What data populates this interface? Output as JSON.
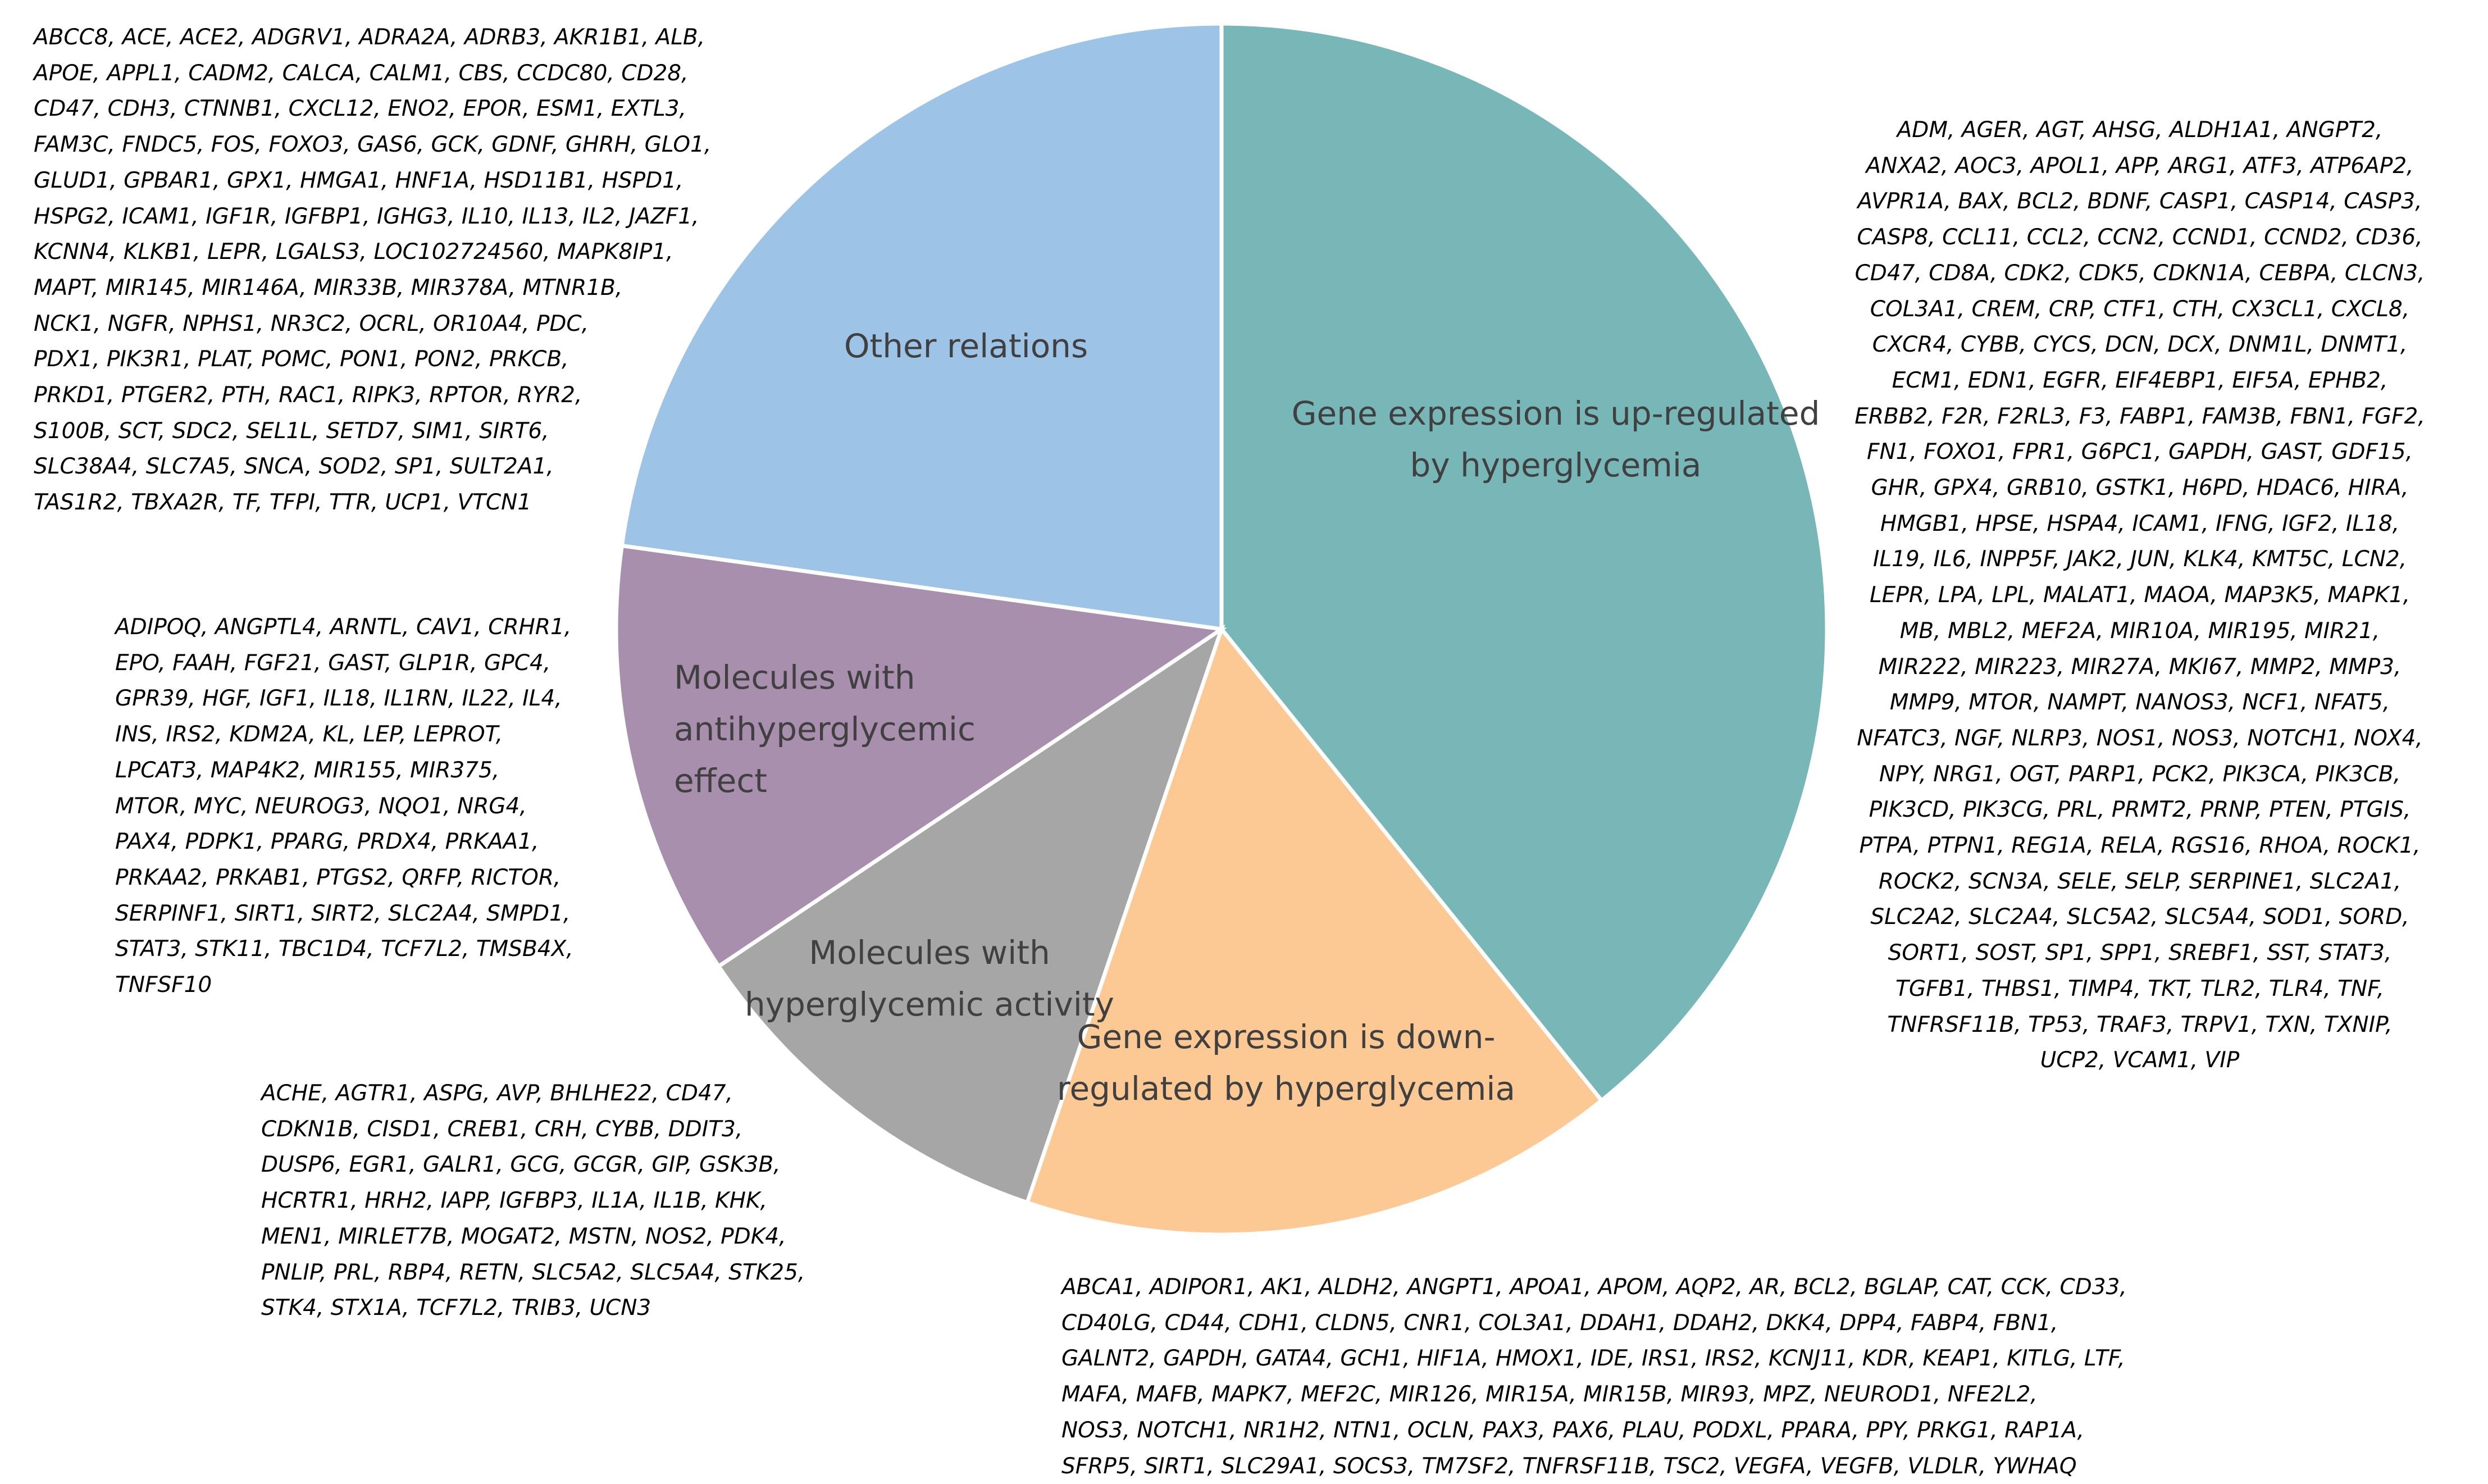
{
  "chart_data": {
    "type": "pie",
    "title": "",
    "slices": [
      {
        "label": "Gene expression is\nup-regulated by\nhyperglycemia",
        "value": 39.2,
        "color": "#78b7b8",
        "genes": "ADM, AGER, AGT, AHSG, ALDH1A1, ANGPT2,\nANXA2, AOC3, APOL1, APP, ARG1, ATF3, ATP6AP2,\nAVPR1A, BAX, BCL2, BDNF, CASP1, CASP14, CASP3,\nCASP8, CCL11, CCL2, CCN2, CCND1, CCND2, CD36,\nCD47, CD8A, CDK2, CDK5, CDKN1A, CEBPA, CLCN3,\nCOL3A1, CREM, CRP, CTF1, CTH, CX3CL1, CXCL8,\nCXCR4, CYBB, CYCS, DCN, DCX, DNM1L, DNMT1,\nECM1, EDN1, EGFR, EIF4EBP1, EIF5A, EPHB2,\nERBB2, F2R, F2RL3, F3, FABP1, FAM3B, FBN1, FGF2,\nFN1, FOXO1, FPR1, G6PC1, GAPDH, GAST, GDF15,\nGHR, GPX4, GRB10, GSTK1, H6PD, HDAC6, HIRA,\nHMGB1, HPSE, HSPA4, ICAM1, IFNG, IGF2, IL18,\nIL19, IL6, INPP5F, JAK2, JUN, KLK4, KMT5C, LCN2,\nLEPR, LPA, LPL, MALAT1, MAOA, MAP3K5, MAPK1,\nMB, MBL2, MEF2A, MIR10A, MIR195, MIR21,\nMIR222, MIR223, MIR27A, MKI67, MMP2, MMP3,\nMMP9, MTOR, NAMPT, NANOS3, NCF1, NFAT5,\nNFATC3, NGF, NLRP3, NOS1, NOS3, NOTCH1, NOX4,\nNPY, NRG1, OGT, PARP1, PCK2, PIK3CA, PIK3CB,\nPIK3CD, PIK3CG, PRL, PRMT2, PRNP, PTEN, PTGIS,\nPTPA, PTPN1, REG1A, RELA, RGS16, RHOA, ROCK1,\nROCK2, SCN3A, SELE, SELP, SERPINE1, SLC2A1,\nSLC2A2, SLC2A4, SLC5A2, SLC5A4, SOD1, SORD,\nSORT1, SOST, SP1, SPP1, SREBF1, SST, STAT3,\nTGFB1, THBS1, TIMP4, TKT, TLR2, TLR4, TNF,\nTNFRSF11B, TP53, TRAF3, TRPV1, TXN, TXNIP,\nUCP2, VCAM1, VIP"
      },
      {
        "label": "Gene expression is\ndown-regulated by\nhyperglycemia",
        "value": 16.0,
        "color": "#fcc994",
        "genes": "ABCA1, ADIPOR1, AK1, ALDH2, ANGPT1, APOA1, APOM, AQP2, AR, BCL2, BGLAP, CAT, CCK, CD33,\nCD40LG, CD44, CDH1, CLDN5, CNR1, COL3A1, DDAH1, DDAH2, DKK4, DPP4, FABP4, FBN1,\nGALNT2, GAPDH, GATA4, GCH1, HIF1A, HMOX1, IDE, IRS1, IRS2, KCNJ11, KDR, KEAP1, KITLG, LTF,\nMAFA, MAFB, MAPK7, MEF2C, MIR126, MIR15A, MIR15B, MIR93, MPZ, NEUROD1, NFE2L2,\nNOS3, NOTCH1, NR1H2, NTN1, OCLN, PAX3, PAX6, PLAU, PODXL, PPARA, PPY, PRKG1, RAP1A,\nSFRP5, SIRT1, SLC29A1, SOCS3, TM7SF2, TNFRSF11B, TSC2, VEGFA, VEGFB, VLDLR, YWHAQ"
      },
      {
        "label": "Molecules with\nhyperglycemic\nactivity",
        "value": 10.4,
        "color": "#a6a6a6",
        "genes": "ACHE, AGTR1, ASPG, AVP, BHLHE22, CD47,\nCDKN1B, CISD1, CREB1, CRH, CYBB, DDIT3,\nDUSP6, EGR1, GALR1, GCG, GCGR, GIP, GSK3B,\nHCRTR1, HRH2, IAPP, IGFBP3, IL1A, IL1B, KHK,\nMEN1, MIRLET7B, MOGAT2, MSTN, NOS2, PDK4,\nPNLIP, PRL, RBP4, RETN, SLC5A2, SLC5A4, STK25,\nSTK4, STX1A, TCF7L2, TRIB3, UCN3"
      },
      {
        "label": "Molecules with\nantihyperglycemic\neffect",
        "value": 11.6,
        "color": "#a88fae",
        "genes": "ADIPOQ, ANGPTL4, ARNTL, CAV1, CRHR1,\nEPO, FAAH, FGF21, GAST, GLP1R, GPC4,\nGPR39, HGF, IGF1, IL18, IL1RN, IL22, IL4,\nINS, IRS2, KDM2A, KL, LEP, LEPROT,\nLPCAT3, MAP4K2, MIR155, MIR375,\nMTOR, MYC, NEUROG3, NQO1, NRG4,\nPAX4, PDPK1, PPARG, PRDX4, PRKAA1,\nPRKAA2, PRKAB1, PTGS2, QRFP, RICTOR,\nSERPINF1, SIRT1, SIRT2, SLC2A4, SMPD1,\nSTAT3, STK11, TBC1D4, TCF7L2, TMSB4X,\nTNFSF10"
      },
      {
        "label": "Other relations",
        "value": 22.8,
        "color": "#9dc3e6",
        "genes": "ABCC8, ACE, ACE2, ADGRV1, ADRA2A, ADRB3, AKR1B1, ALB,\nAPOE, APPL1, CADM2, CALCA, CALM1, CBS, CCDC80, CD28,\nCD47, CDH3, CTNNB1, CXCL12, ENO2, EPOR, ESM1, EXTL3,\nFAM3C, FNDC5, FOS, FOXO3, GAS6, GCK, GDNF, GHRH, GLO1,\nGLUD1, GPBAR1, GPX1, HMGA1, HNF1A, HSD11B1, HSPD1,\nHSPG2, ICAM1, IGF1R, IGFBP1, IGHG3, IL10, IL13, IL2, JAZF1,\nKCNN4, KLKB1, LEPR, LGALS3, LOC102724560, MAPK8IP1,\nMAPT, MIR145, MIR146A, MIR33B, MIR378A, MTNR1B,\nNCK1, NGFR, NPHS1, NR3C2, OCRL, OR10A4, PDC,\nPDX1, PIK3R1, PLAT, POMC, PON1, PON2, PRKCB,\nPRKD1, PTGER2, PTH, RAC1, RIPK3, RPTOR, RYR2,\nS100B, SCT, SDC2, SEL1L, SETD7, SIM1, SIRT6,\nSLC38A4, SLC7A5, SNCA, SOD2, SP1, SULT2A1,\nTAS1R2, TBXA2R, TF, TFPI, TTR, UCP1, VTCN1"
      }
    ]
  }
}
